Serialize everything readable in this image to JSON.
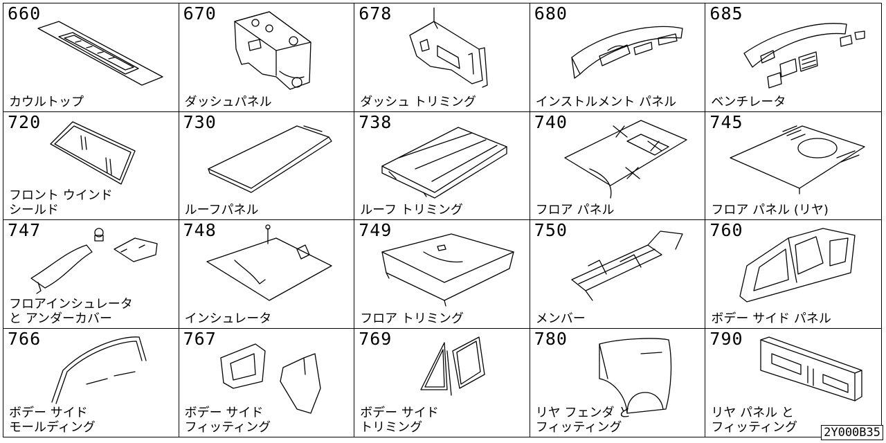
{
  "cells": [
    {
      "code": "660",
      "name": "カウルトップ",
      "icon": "cowl-top"
    },
    {
      "code": "670",
      "name": "ダッシュパネル",
      "icon": "dash-panel"
    },
    {
      "code": "678",
      "name": "ダッシュ トリミング",
      "icon": "dash-trimming"
    },
    {
      "code": "680",
      "name": "インストルメント パネル",
      "icon": "instrument-panel"
    },
    {
      "code": "685",
      "name": "ベンチレータ",
      "icon": "ventilator"
    },
    {
      "code": "720",
      "name": "フロント ウインド\nシールド",
      "icon": "windshield"
    },
    {
      "code": "730",
      "name": "ルーフパネル",
      "icon": "roof-panel"
    },
    {
      "code": "738",
      "name": "ルーフ トリミング",
      "icon": "roof-trimming"
    },
    {
      "code": "740",
      "name": "フロア パネル",
      "icon": "floor-panel"
    },
    {
      "code": "745",
      "name": "フロア パネル (リヤ)",
      "icon": "rear-floor-panel"
    },
    {
      "code": "747",
      "name": "フロアインシュレータ\nと アンダーカバー",
      "icon": "floor-insulator"
    },
    {
      "code": "748",
      "name": "インシュレータ",
      "icon": "insulator"
    },
    {
      "code": "749",
      "name": "フロア トリミング",
      "icon": "floor-trimming"
    },
    {
      "code": "750",
      "name": "メンバー",
      "icon": "member"
    },
    {
      "code": "760",
      "name": "ボデー サイド パネル",
      "icon": "body-side-panel"
    },
    {
      "code": "766",
      "name": "ボデー サイド\nモールディング",
      "icon": "side-molding"
    },
    {
      "code": "767",
      "name": "ボデー サイド\nフィッティング",
      "icon": "side-fitting"
    },
    {
      "code": "769",
      "name": "ボデー サイド\nトリミング",
      "icon": "side-trimming"
    },
    {
      "code": "780",
      "name": "リヤ フェンダ と\nフィッティング",
      "icon": "rear-fender"
    },
    {
      "code": "790",
      "name": "リヤ パネル と\nフィッティング",
      "icon": "rear-panel"
    }
  ],
  "reference": "2Y000B35"
}
